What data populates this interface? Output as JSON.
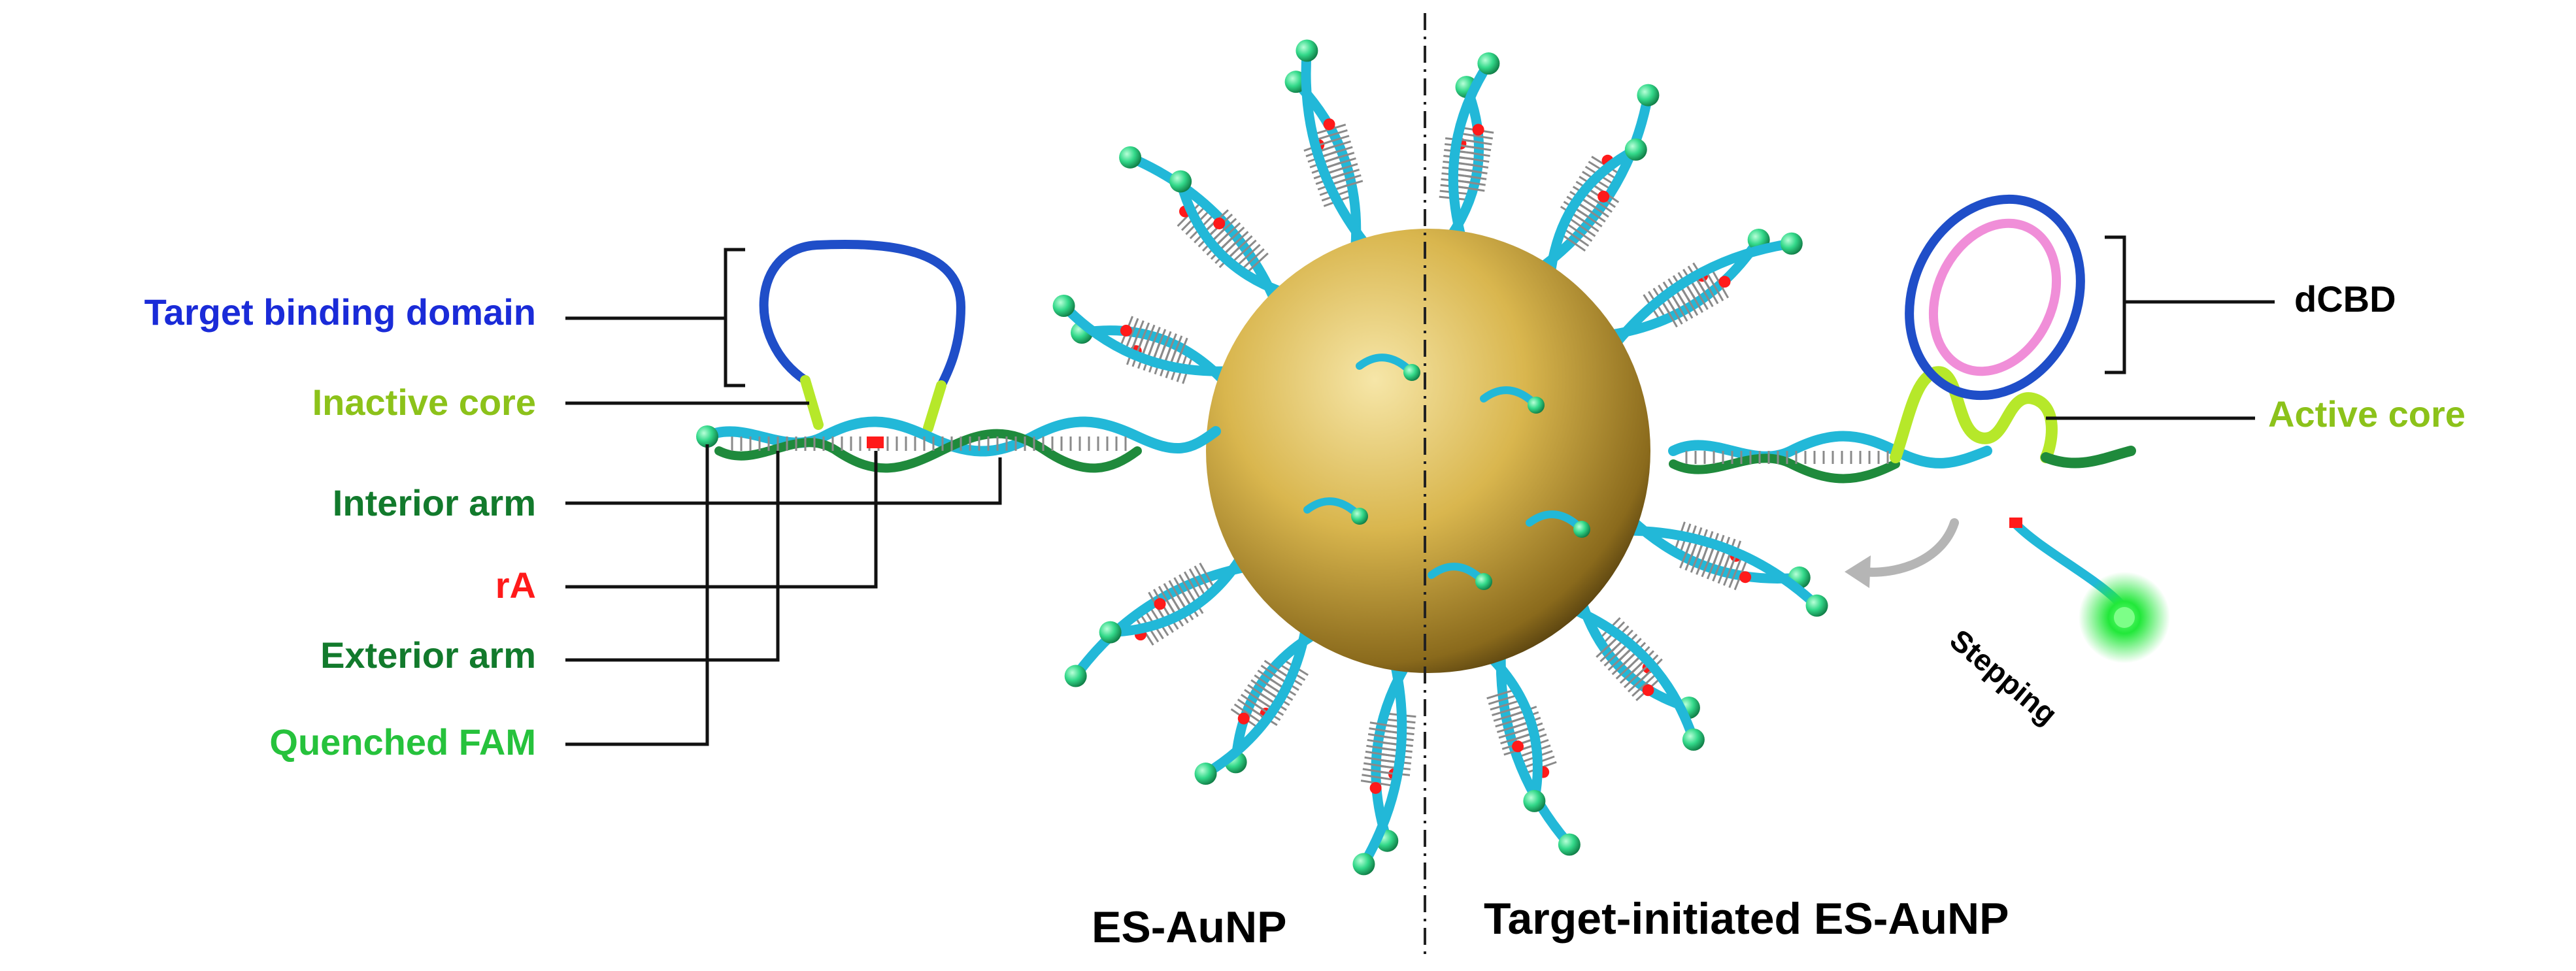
{
  "labels": {
    "target_binding_domain": "Target binding domain",
    "inactive_core": "Inactive core",
    "interior_arm": "Interior arm",
    "ra": "rA",
    "exterior_arm": "Exterior arm",
    "quenched_fam": "Quenched FAM",
    "dcbd": "dCBD",
    "active_core": "Active core",
    "stepping": "Stepping",
    "es_aunp": "ES-AuNP",
    "target_initiated": "Target-initiated ES-AuNP"
  },
  "colors": {
    "target_binding_domain": "#1a2bd8",
    "inactive_core": "#8cc21a",
    "interior_arm": "#127a2c",
    "ra": "#ff1a1a",
    "exterior_arm": "#127a2c",
    "quenched_fam": "#26c23c",
    "active_core": "#8cc21a",
    "dna_cyan": "#22b8d8",
    "dna_green": "#1f8a3c",
    "loop_blue": "#1f4ec8",
    "loop_pink": "#f08ed8",
    "core_lime": "#b6e82a",
    "gold": "#d9b64e",
    "fam_glow": "#33ff55",
    "ball_green": "#33d98a"
  }
}
